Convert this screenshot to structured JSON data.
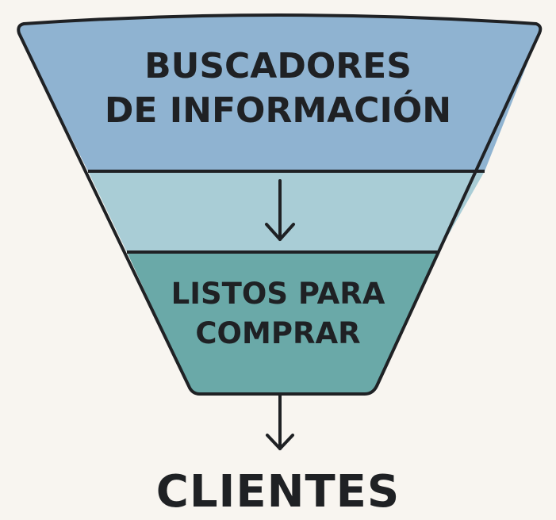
{
  "funnel": {
    "stages": [
      {
        "id": "stage-1",
        "lines": [
          "BUSCADORES",
          "DE INFORMACIÓN"
        ],
        "color": "#8fb3d1"
      },
      {
        "id": "stage-2",
        "lines": [],
        "color": "#a9cdd6",
        "icon": "arrow-down-icon"
      },
      {
        "id": "stage-3",
        "lines": [
          "LISTOS PARA",
          "COMPRAR"
        ],
        "color": "#6aa9a8"
      }
    ],
    "output": {
      "icon": "arrow-down-icon",
      "label": "CLIENTES"
    }
  },
  "colors": {
    "background": "#f8f5f0",
    "stroke": "#1f2124",
    "text": "#1f2124"
  }
}
